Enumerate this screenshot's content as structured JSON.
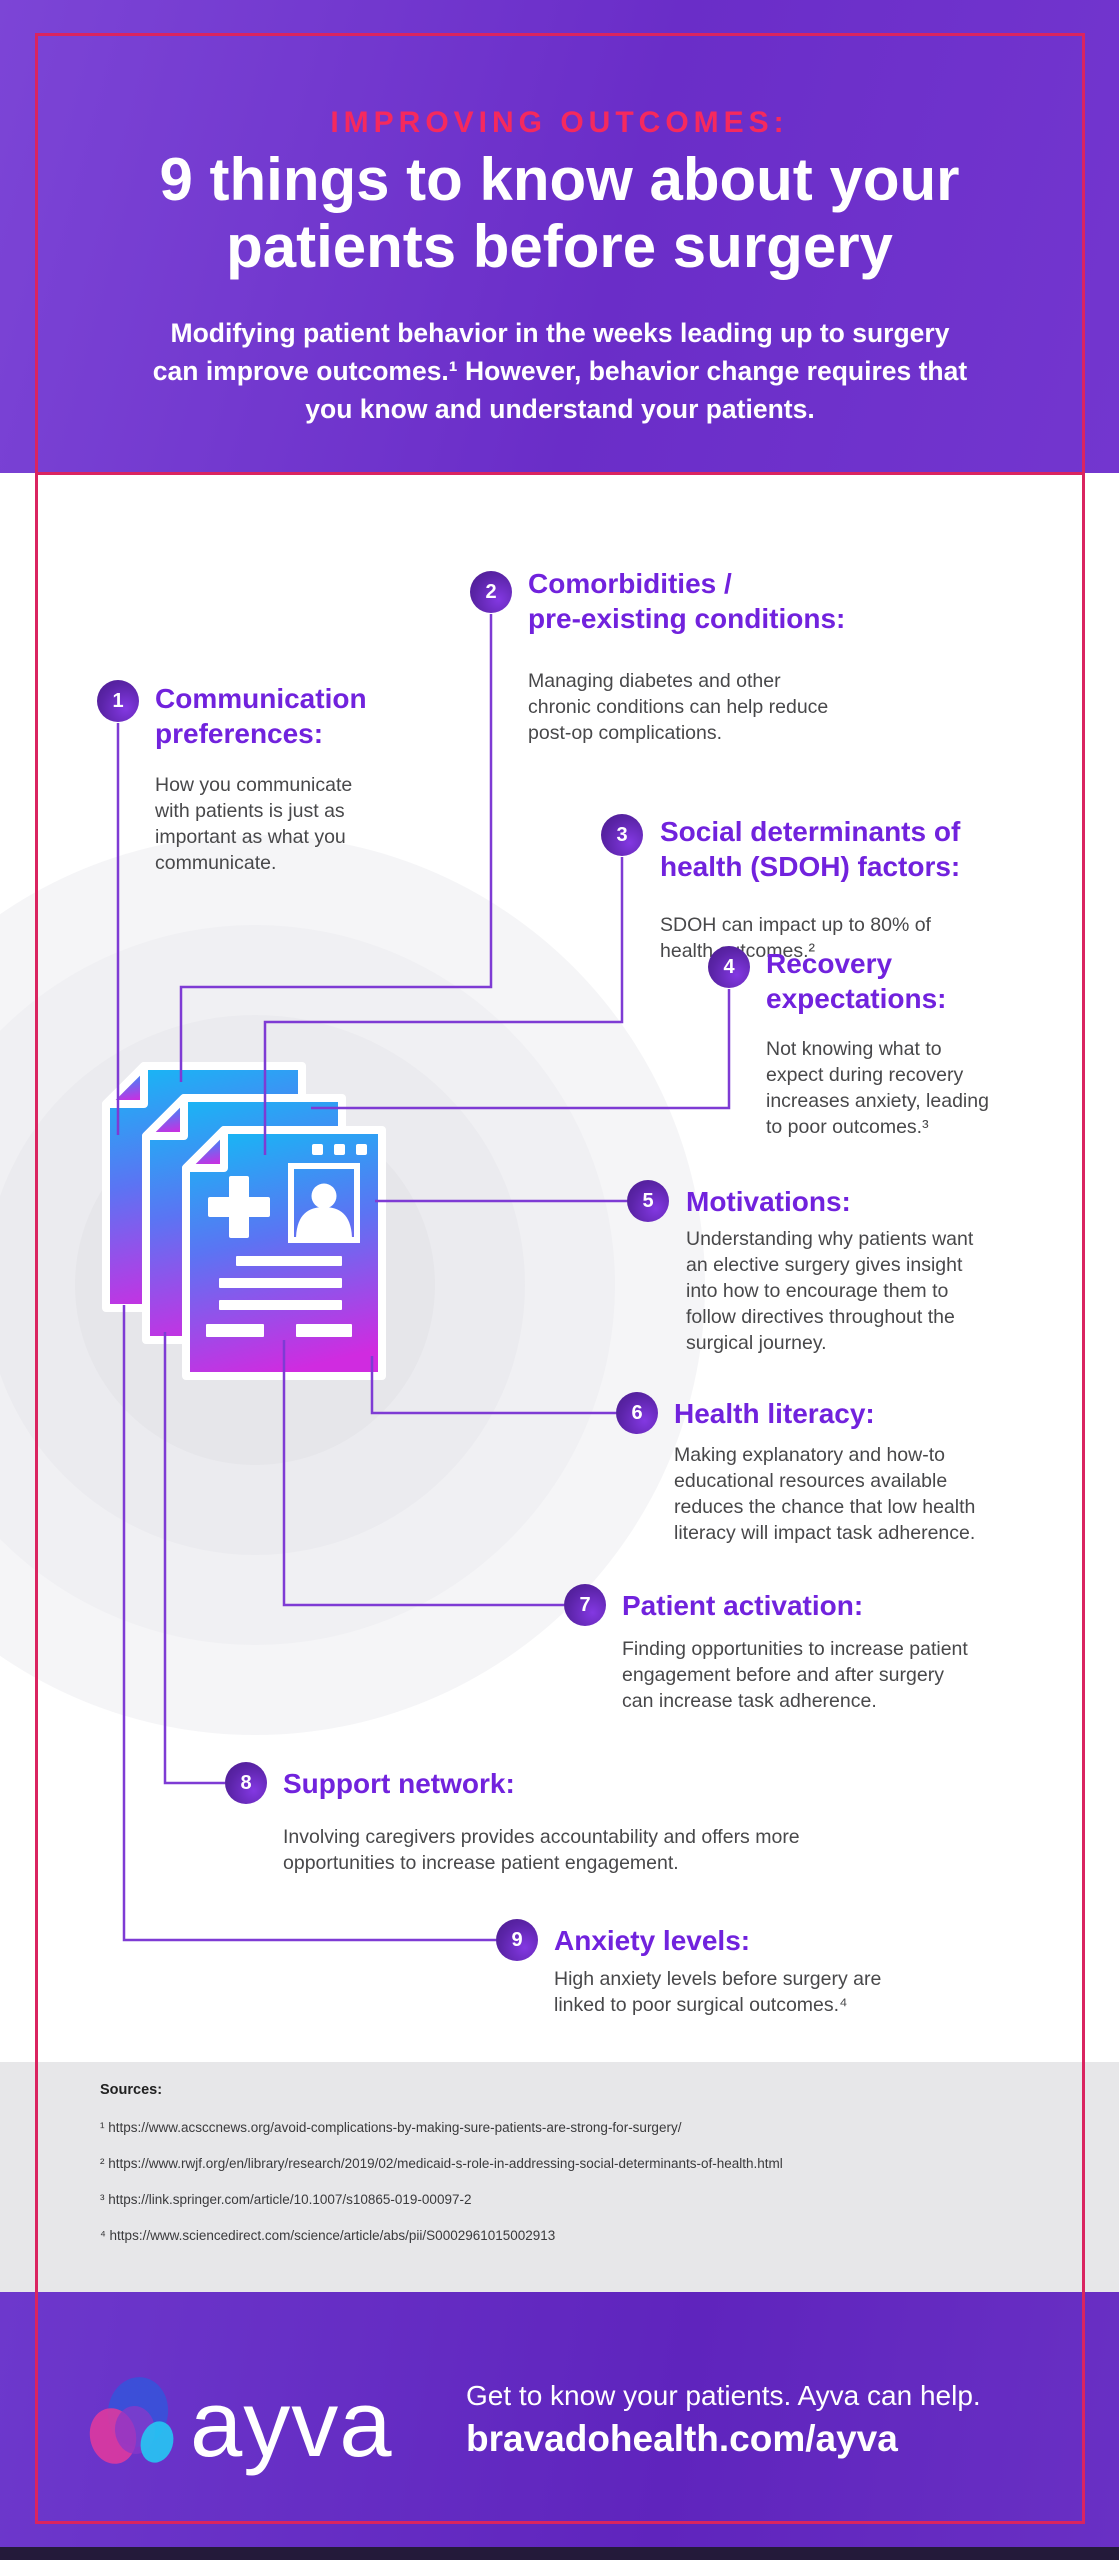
{
  "palette": {
    "accent_pink": "#f5295e",
    "frame_pink": "#da2460",
    "header_purple": "#6a2dc8",
    "item_title_purple": "#7122dd",
    "connector_purple": "#7e3bd4",
    "doc_gradient_top": "#19b5f4",
    "doc_gradient_bottom": "#d02be0"
  },
  "header": {
    "kicker": "IMPROVING OUTCOMES:",
    "title": "9 things to know about your\npatients before surgery",
    "subtitle": "Modifying patient behavior in the weeks leading up to surgery can improve outcomes.¹ However, behavior change requires that you know and understand your patients."
  },
  "items": [
    {
      "num": "1",
      "title": "Communication\npreferences:",
      "body": "How you communicate\nwith patients is just as\nimportant as what you\ncommunicate."
    },
    {
      "num": "2",
      "title": "Comorbidities /\npre-existing conditions:",
      "body": "Managing diabetes and other\nchronic conditions can help reduce\npost-op complications."
    },
    {
      "num": "3",
      "title": "Social determinants of\nhealth (SDOH) factors:",
      "body": "SDOH can impact up to 80% of\nhealth outcomes.²"
    },
    {
      "num": "4",
      "title": "Recovery\nexpectations:",
      "body": "Not knowing what to\nexpect during recovery\nincreases anxiety, leading\nto poor outcomes.³"
    },
    {
      "num": "5",
      "title": "Motivations:",
      "body": "Understanding why patients want\nan elective surgery gives insight\ninto how to encourage them to\nfollow directives throughout the\nsurgical journey."
    },
    {
      "num": "6",
      "title": "Health literacy:",
      "body": "Making explanatory and how-to\neducational resources available\nreduces the chance that low health\nliteracy will impact task adherence."
    },
    {
      "num": "7",
      "title": "Patient activation:",
      "body": "Finding opportunities to increase patient\nengagement before and after surgery\ncan increase task adherence."
    },
    {
      "num": "8",
      "title": "Support network:",
      "body": "Involving caregivers provides accountability and offers more\nopportunities to increase patient engagement."
    },
    {
      "num": "9",
      "title": "Anxiety levels:",
      "body": "High anxiety levels before surgery are\nlinked to poor surgical outcomes.⁴"
    }
  ],
  "sources": {
    "label": "Sources:",
    "list": [
      "¹ https://www.acsccnews.org/avoid-complications-by-making-sure-patients-are-strong-for-surgery/",
      "² https://www.rwjf.org/en/library/research/2019/02/medicaid-s-role-in-addressing-social-determinants-of-health.html",
      "³ https://link.springer.com/article/10.1007/s10865-019-00097-2",
      "⁴ https://www.sciencedirect.com/science/article/abs/pii/S0002961015002913"
    ]
  },
  "footer": {
    "logo_text": "ayva",
    "tagline": "Get to know your patients. Ayva can help.",
    "url": "bravadohealth.com/ayva"
  }
}
